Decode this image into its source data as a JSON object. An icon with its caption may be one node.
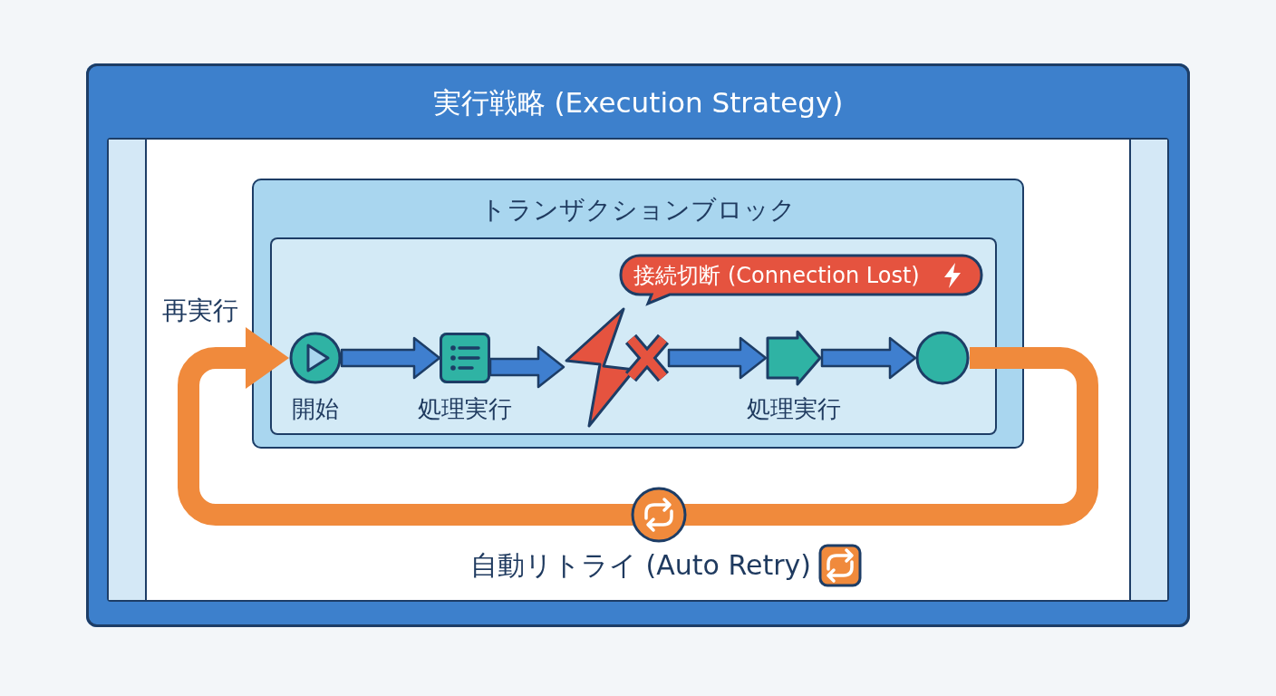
{
  "diagram": {
    "nodes": [
      {
        "text": [
          "実行戦略 (Execution Strategy)"
        ]
      },
      {
        "text": [
          "トランザクションブロック"
        ],
        "in": 0
      },
      {
        "text": [],
        "shape": "box",
        "in": 1
      },
      {
        "text": [],
        "shape": "circle",
        "in": 2,
        "beside": [
          "開始"
        ]
      },
      {
        "text": [],
        "shape": "box",
        "in": 2,
        "beside": [
          "処理実行"
        ]
      },
      {
        "text": [],
        "shape": "lightning",
        "in": 2
      },
      {
        "text": [
          "接続切断 (Connection Lost)"
        ],
        "in": 2
      },
      {
        "text": [],
        "shape": "arrow",
        "in": 2,
        "beside": [
          "処理実行"
        ]
      },
      {
        "text": [],
        "shape": "circle",
        "in": 2
      }
    ],
    "edges": [
      {
        "from": 3,
        "to": 4,
        "arrow": "to"
      },
      {
        "from": 4,
        "to": 5,
        "arrow": "to"
      },
      {
        "from": 5,
        "to": 7,
        "arrow": "to"
      },
      {
        "from": 7,
        "to": 8,
        "arrow": "to"
      },
      {
        "from": 8,
        "to": 3,
        "arrow": "to",
        "label": "自動リトライ (Auto Retry)",
        "color": "#f08a3c"
      }
    ],
    "labels": [
      "再実行"
    ]
  }
}
